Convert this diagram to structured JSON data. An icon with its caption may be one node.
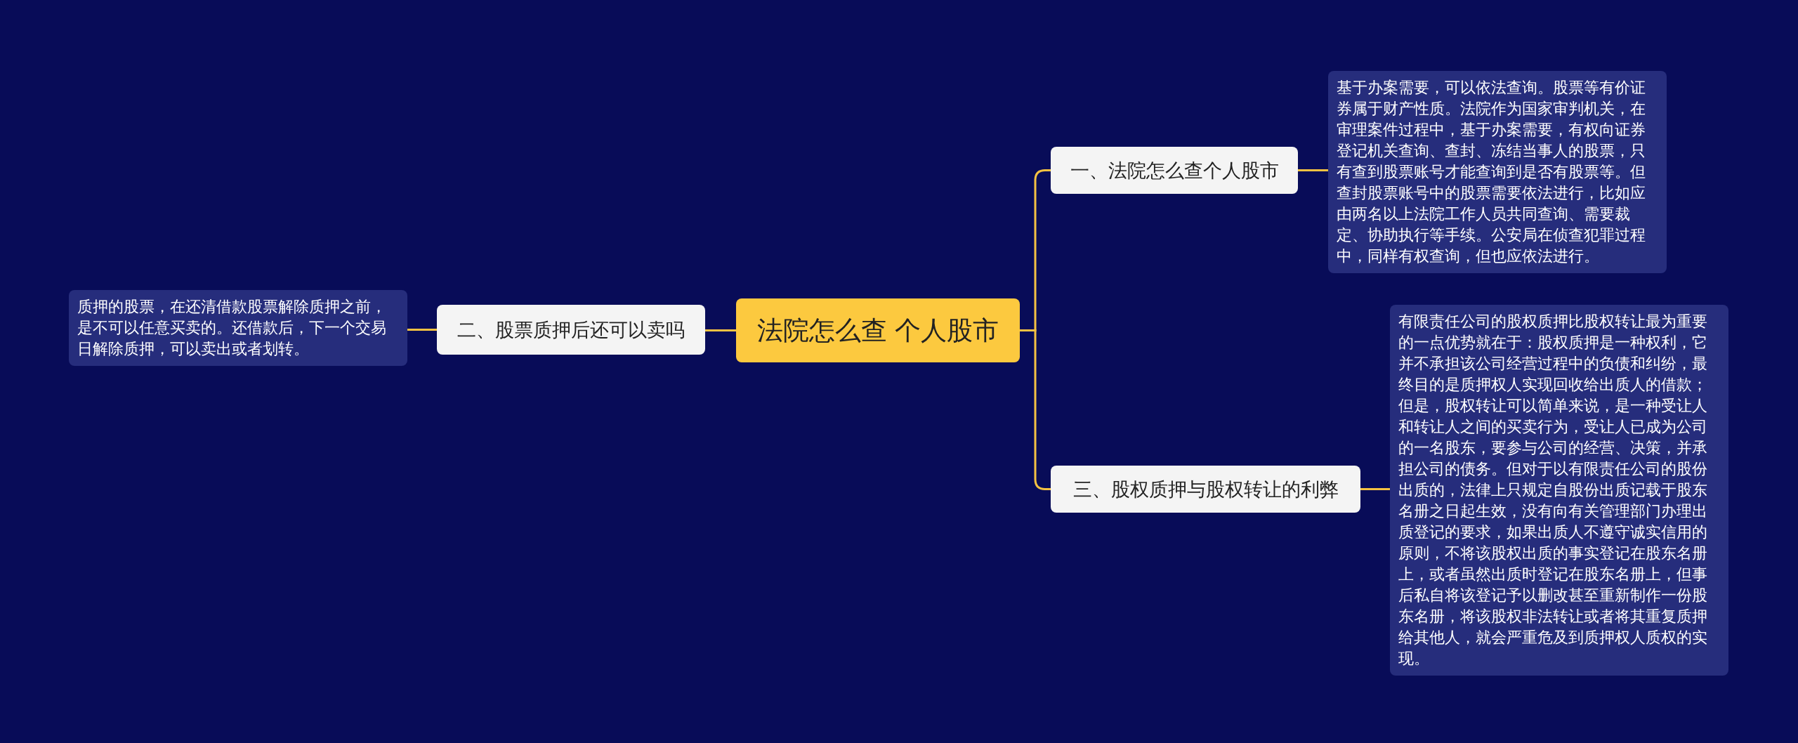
{
  "diagram": {
    "nodes": [
      {
        "text": [
          "法院怎么查 个人股市"
        ]
      },
      {
        "text": [
          "一、法院怎么查个人股市"
        ]
      },
      {
        "text": [
          "基于办案需要，可以依法查询。股票等有价证券属于财产性质。法院作为国家审判机关，在审理案件过程中，基于办案需要，有权向证券登记机关查询、查封、冻结当事人的股票，只有查到股票账号才能查询到是否有股票等。但查封股票账号中的股票需要依法进行，比如应由两名以上法院工作人员共同查询、需要裁定、协助执行等手续。公安局在侦查犯罪过程中，同样有权查询，但也应依法进行。"
        ]
      },
      {
        "text": [
          "二、股票质押后还可以卖吗"
        ]
      },
      {
        "text": [
          "质押的股票，在还清借款股票解除质押之前，是不可以任意买卖的。还借款后，下一个交易日解除质押，可以卖出或者划转。"
        ]
      },
      {
        "text": [
          "三、股权质押与股权转让的利弊"
        ]
      },
      {
        "text": [
          "有限责任公司的股权质押比股权转让最为重要的一点优势就在于：股权质押是一种权利，它并不承担该公司经营过程中的负债和纠纷，最终目的是质押权人实现回收给出质人的借款；但是，股权转让可以简单来说，是一种受让人和转让人之间的买卖行为，受让人已成为公司的一名股东，要参与公司的经营、决策，并承担公司的债务。但对于以有限责任公司的股份出质的，法律上只规定自股份出质记载于股东名册之日起生效，没有向有关管理部门办理出质登记的要求，如果出质人不遵守诚实信用的原则，不将该股权出质的事实登记在股东名册上，或者虽然出质时登记在股东名册上，但事后私自将该登记予以删改甚至重新制作一份股东名册，将该股权非法转让或者将其重复质押给其他人，就会严重危及到质押权人质权的实现。"
        ]
      }
    ],
    "edges": [
      {
        "from": 0,
        "to": 1,
        "arrow": "none"
      },
      {
        "from": 1,
        "to": 2,
        "arrow": "none"
      },
      {
        "from": 0,
        "to": 3,
        "arrow": "none"
      },
      {
        "from": 3,
        "to": 4,
        "arrow": "none"
      },
      {
        "from": 0,
        "to": 5,
        "arrow": "none"
      },
      {
        "from": 5,
        "to": 6,
        "arrow": "none"
      }
    ]
  }
}
